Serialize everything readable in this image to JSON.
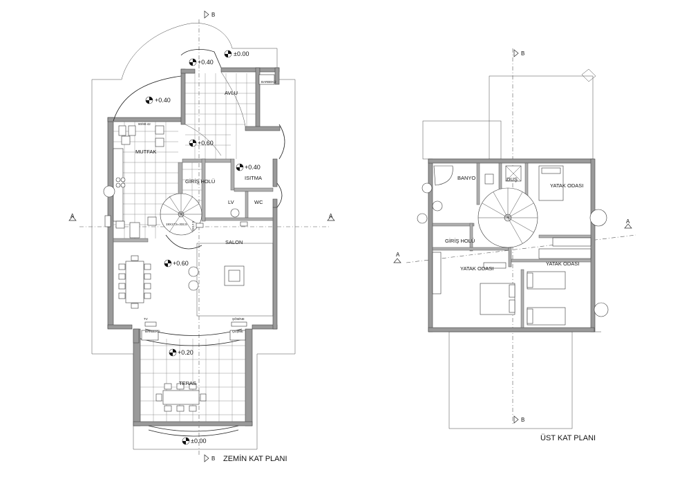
{
  "plans": {
    "ground": {
      "title": "ZEMİN KAT PLANI",
      "rooms": {
        "avlu": "AVLU",
        "mutfak": "MUTFAK",
        "giris": "GİRİŞ HOLÜ",
        "isitma": "ISITMA",
        "lv": "LV",
        "wc": "WC",
        "salon": "SALON",
        "teras": "TERAS"
      },
      "small_labels": {
        "barbeku_top": "BARBEKÜ",
        "barbeku_bottom": "BARBEKÜ",
        "cesme": "ÇEŞME",
        "somine": "ŞÖMİNE",
        "tv": "TV",
        "stair_up": "19X17,5=332,5",
        "stair_down": "3X17,5",
        "counter": "90/90-42"
      },
      "levels": {
        "court_top": "±0.00",
        "court_round": "+0.40",
        "court_left": "+0.40",
        "hall": "+0.60",
        "isitma": "+0.40",
        "salon": "+0.60",
        "teras": "+0.20",
        "bottom": "±0.00"
      },
      "section_marks": {
        "a_left": "A",
        "a_right": "A",
        "b_top": "B",
        "b_bottom": "B"
      }
    },
    "upper": {
      "title": "ÜST KAT PLANI",
      "rooms": {
        "banyo": "BANYO",
        "dus": "DUŞ",
        "yatak1": "YATAK ODASI",
        "giris": "GİRİŞ HOLÜ",
        "yatak2": "YATAK ODASI",
        "yatak3": "YATAK ODASI"
      },
      "section_marks": {
        "a_left": "A",
        "a_right": "A",
        "b_top": "B",
        "b_bottom": "B"
      }
    }
  }
}
